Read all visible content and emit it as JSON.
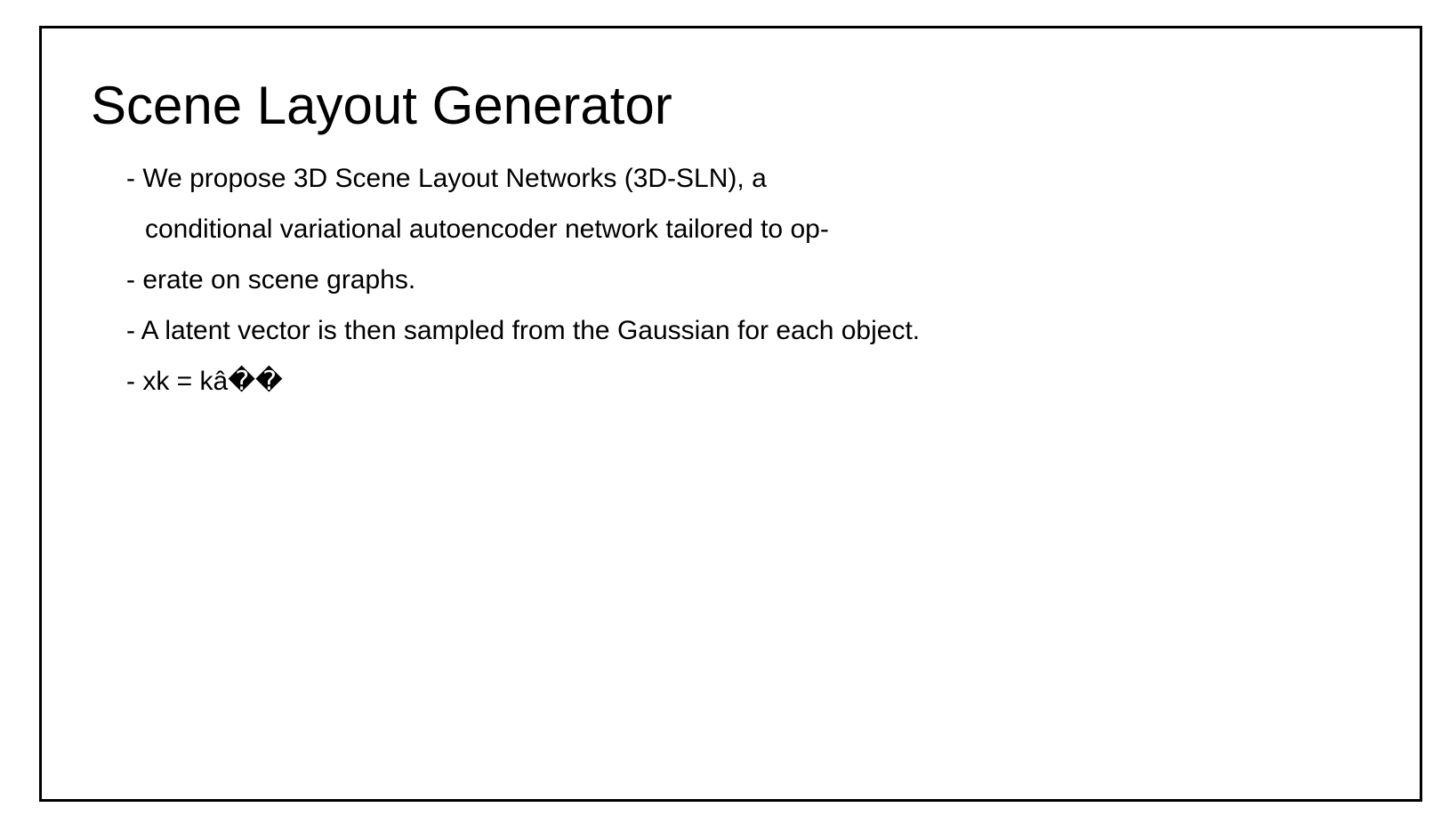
{
  "slide": {
    "title": "Scene Layout Generator",
    "lines": [
      "- We propose 3D Scene Layout Networks (3D-SLN), a",
      "conditional variational autoencoder network tailored to op-",
      "- erate on scene graphs.",
      "- A latent vector is then sampled from the Gaussian for each object.",
      "- xk = kâ��"
    ]
  }
}
